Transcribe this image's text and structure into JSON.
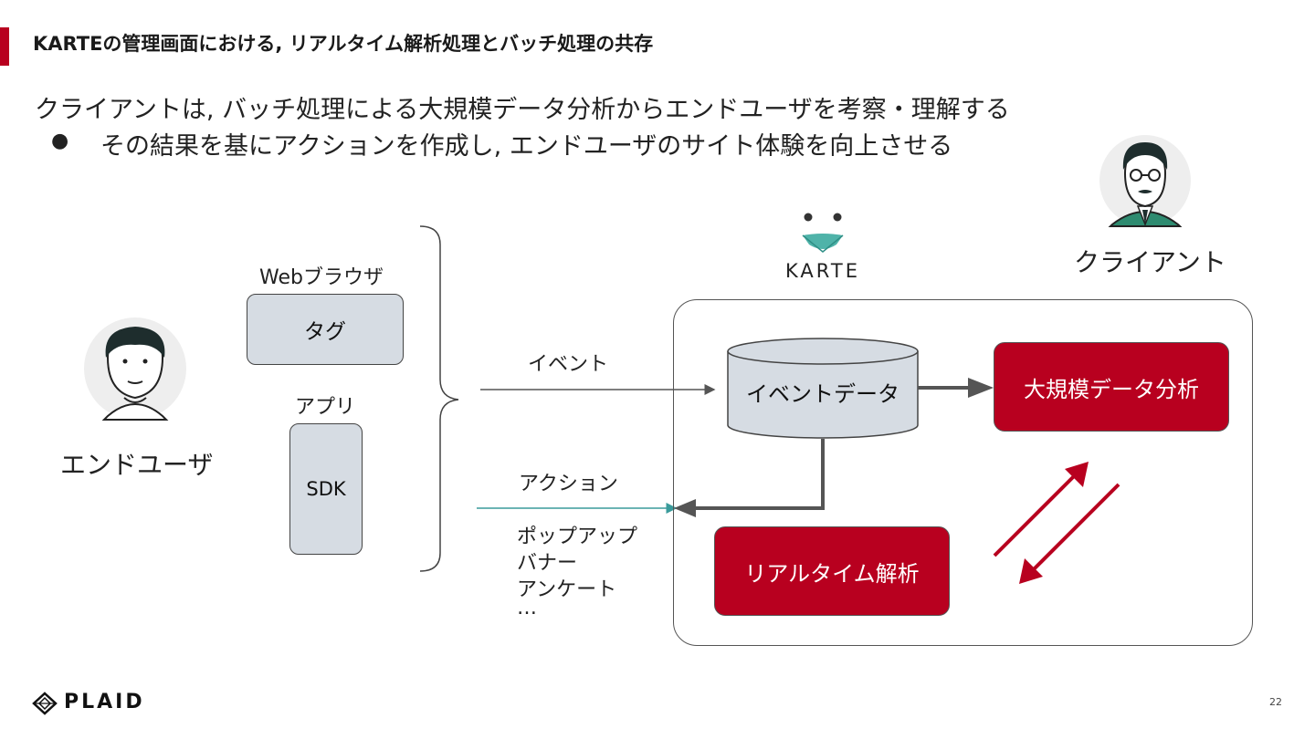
{
  "slide": {
    "title": "KARTEの管理画面における, リアルタイム解析処理とバッチ処理の共存",
    "lead": "クライアントは, バッチ処理による大規模データ分析からエンドユーザを考察・理解する",
    "bullet_marker": "●",
    "bullet": "その結果を基にアクションを作成し, エンドユーザのサイト体験を向上させる",
    "page_number": "22"
  },
  "end_user": {
    "label": "エンドユーザ",
    "avatar_icon": "end-user-avatar-icon"
  },
  "client": {
    "label": "クライアント",
    "avatar_icon": "client-avatar-icon"
  },
  "web_browser": {
    "label": "Webブラウザ",
    "tag_box": "タグ"
  },
  "app": {
    "label": "アプリ",
    "sdk_box": "SDK"
  },
  "flow": {
    "event_label": "イベント",
    "action_label": "アクション",
    "action_items": [
      "ポップアップ",
      "バナー",
      "アンケート",
      "…"
    ]
  },
  "karte": {
    "logo_text": "KARTE",
    "event_data": "イベントデータ",
    "batch_analysis": "大規模データ分析",
    "realtime_analysis": "リアルタイム解析"
  },
  "footer": {
    "brand": "PLAID"
  },
  "colors": {
    "accent_red": "#b8001f",
    "box_gray": "#d6dce3",
    "action_arrow_teal": "#3a9b9b",
    "karte_logo_teal": "#4fb3a9",
    "line_gray": "#555555"
  }
}
